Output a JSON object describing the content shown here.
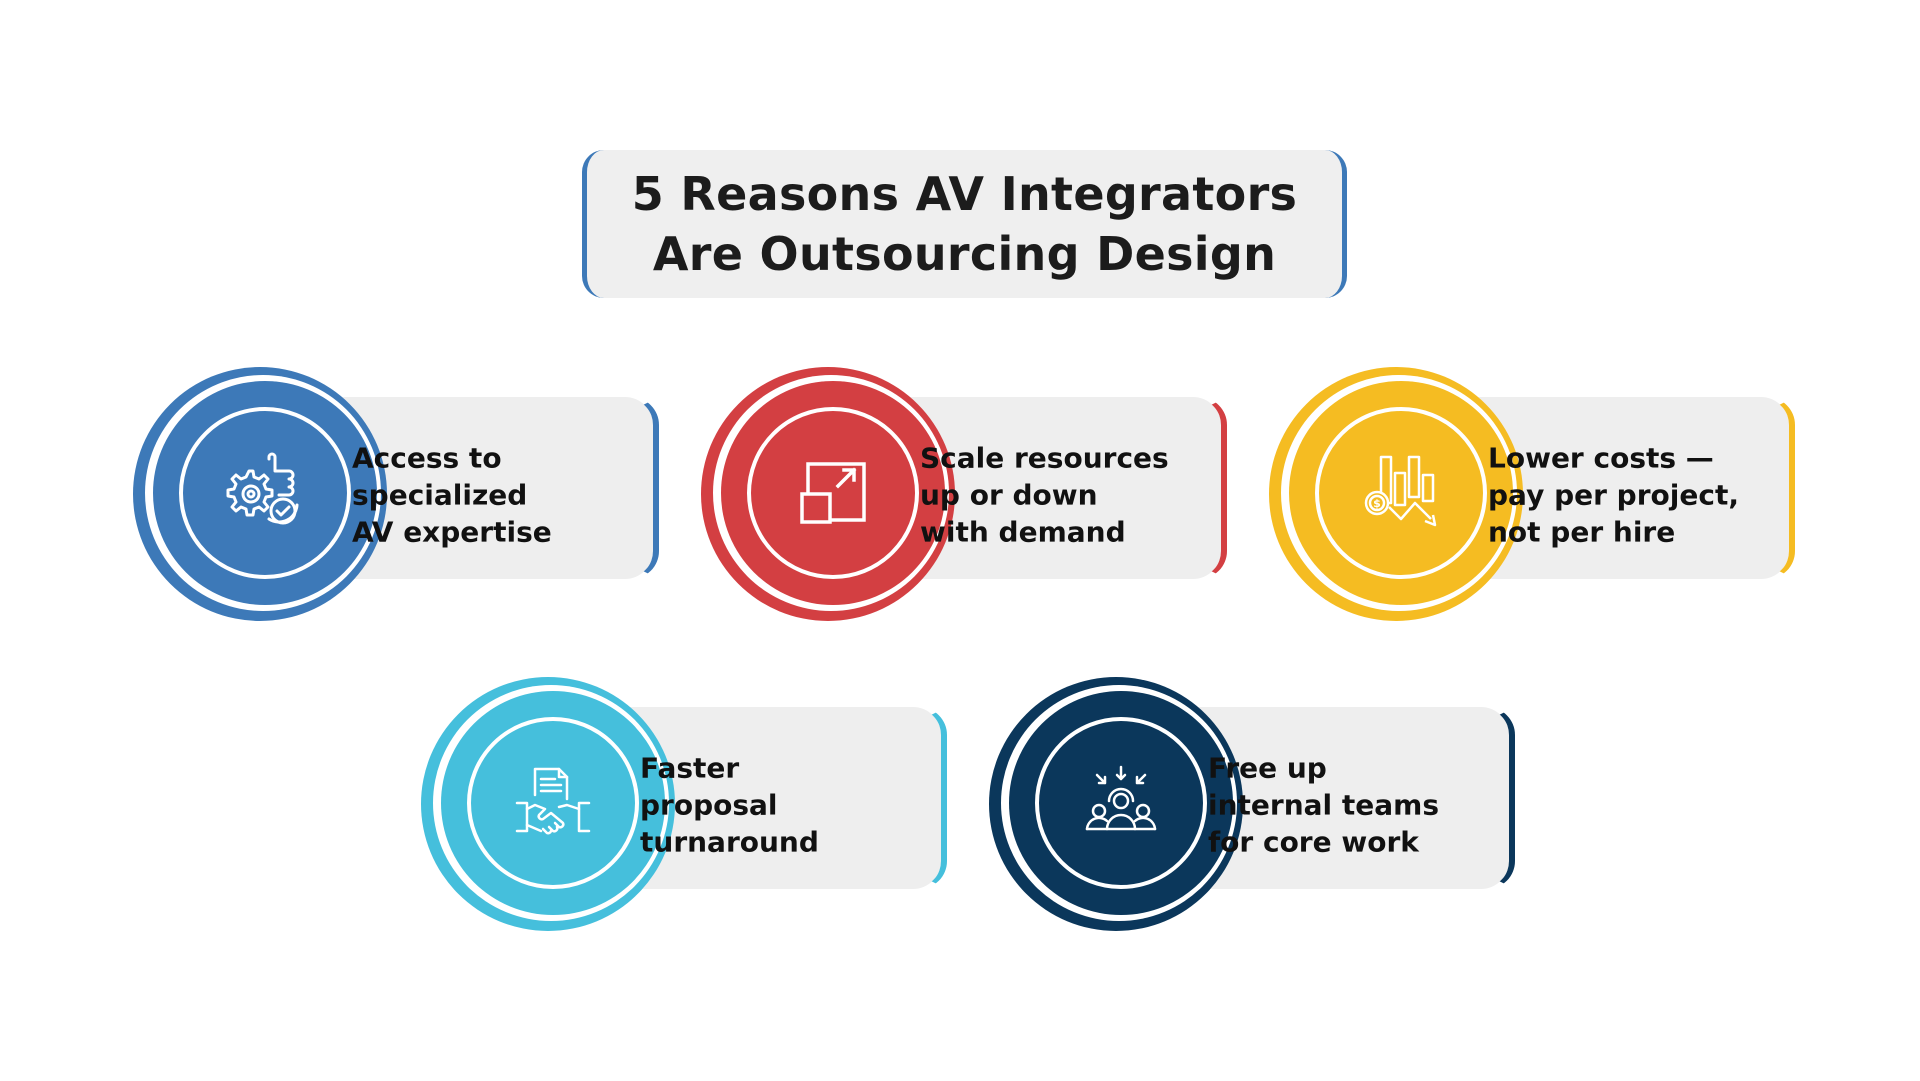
{
  "title": {
    "line1": "5 Reasons AV Integrators",
    "line2": "Are Outsourcing Design",
    "accent_color": "#3d79b8"
  },
  "reasons": [
    {
      "id": 1,
      "lines": [
        "Access to",
        "specialized",
        "AV expertise"
      ],
      "icon": "gear-thumbs-up-check-icon",
      "color": "#3d79b8"
    },
    {
      "id": 2,
      "lines": [
        "Scale resources",
        "up or down",
        "with demand"
      ],
      "icon": "resize-expand-icon",
      "color": "#d33f42"
    },
    {
      "id": 3,
      "lines": [
        "Lower costs —",
        "pay per project,",
        "not per hire"
      ],
      "icon": "cost-decline-chart-icon",
      "color": "#f5bc22"
    },
    {
      "id": 4,
      "lines": [
        "Faster",
        "proposal",
        "turnaround"
      ],
      "icon": "handshake-document-icon",
      "color": "#45bfdc"
    },
    {
      "id": 5,
      "lines": [
        "Free up",
        "internal teams",
        "for core work"
      ],
      "icon": "team-focus-icon",
      "color": "#0b375b"
    }
  ]
}
